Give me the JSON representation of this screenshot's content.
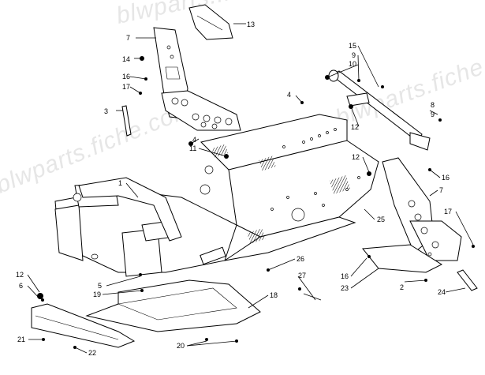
{
  "watermarks": [
    "blwparts.fiche.com",
    "blwparts.fiche.com",
    "blwparts.fiche.com"
  ],
  "callouts": {
    "c1": "1",
    "c2": "2",
    "c3": "3",
    "c4a": "4",
    "c4b": "4",
    "c5": "5",
    "c6": "6",
    "c7a": "7",
    "c7b": "7",
    "c8": "8",
    "c9a": "9",
    "c9b": "9",
    "c10": "10",
    "c11": "11",
    "c12a": "12",
    "c12b": "12",
    "c12c": "12",
    "c13": "13",
    "c14": "14",
    "c15": "15",
    "c16a": "16",
    "c16b": "16",
    "c16c": "16",
    "c17a": "17",
    "c17b": "17",
    "c18": "18",
    "c19": "19",
    "c20": "20",
    "c21": "21",
    "c22": "22",
    "c23": "23",
    "c24": "24",
    "c25": "25",
    "c26": "26",
    "c27": "27"
  }
}
